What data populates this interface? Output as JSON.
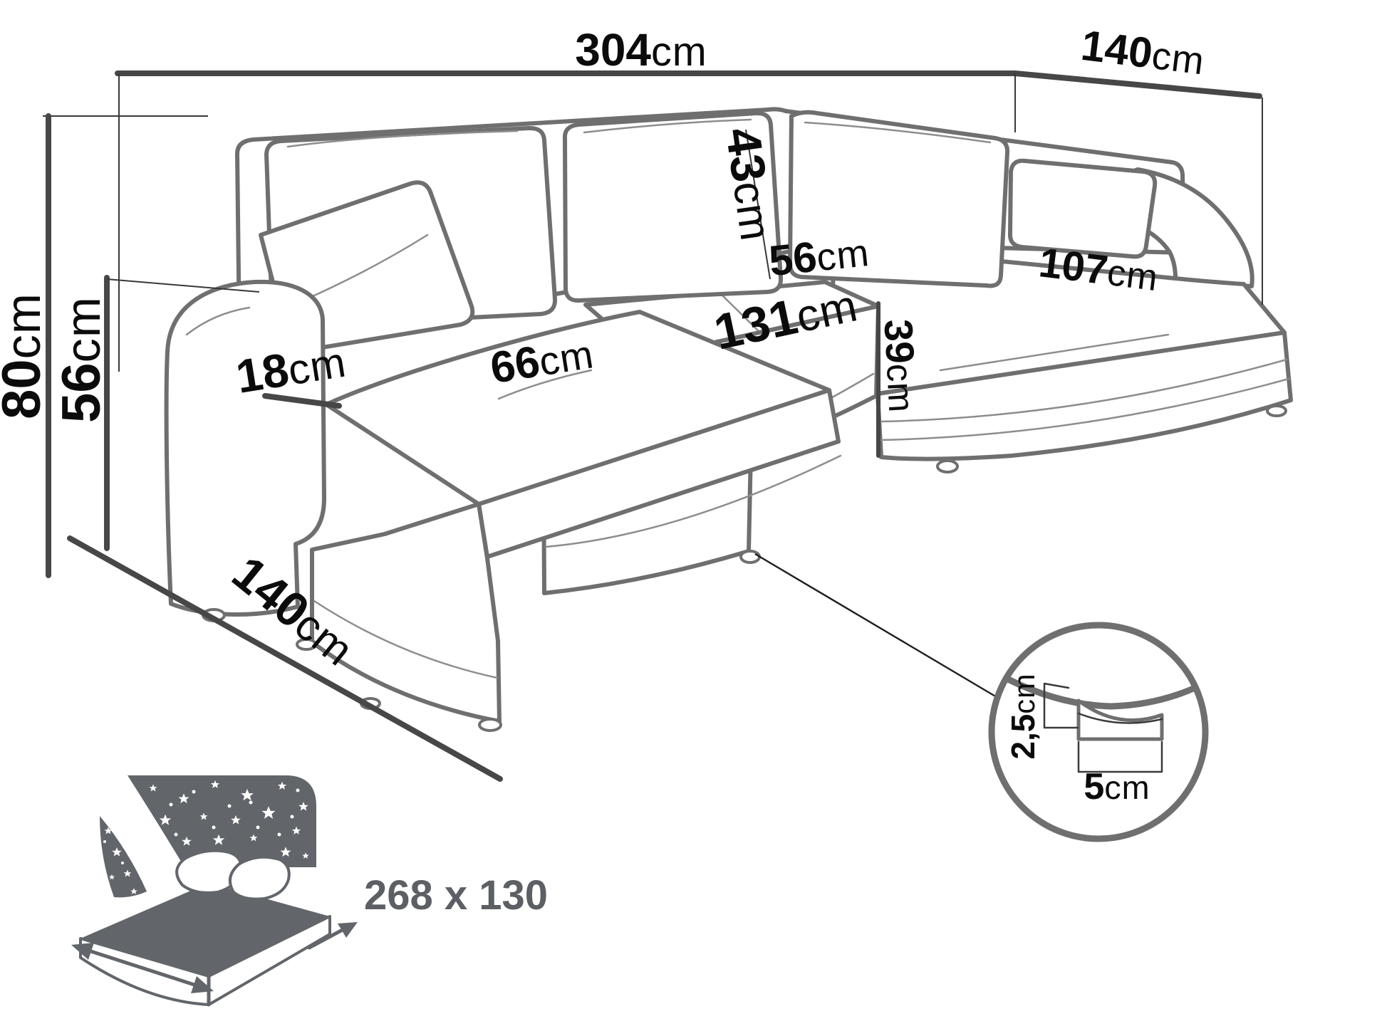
{
  "diagram": {
    "type": "furniture-dimension-diagram",
    "subject": "U-shaped corner sofa bed with sleeping function"
  },
  "dims": {
    "total_width": {
      "value": "304",
      "unit": "cm"
    },
    "right_depth": {
      "value": "140",
      "unit": "cm"
    },
    "height": {
      "value": "80",
      "unit": "cm"
    },
    "armrest_height": {
      "value": "56",
      "unit": "cm"
    },
    "armrest_width": {
      "value": "18",
      "unit": "cm"
    },
    "left_seat_width": {
      "value": "66",
      "unit": "cm"
    },
    "middle_seat_width": {
      "value": "131",
      "unit": "cm"
    },
    "back_cushion_height": {
      "value": "43",
      "unit": "cm"
    },
    "seat_depth": {
      "value": "56",
      "unit": "cm"
    },
    "base_height": {
      "value": "39",
      "unit": "cm"
    },
    "right_seat_length": {
      "value": "107",
      "unit": "cm"
    },
    "left_depth": {
      "value": "140",
      "unit": "cm"
    },
    "leg_height": {
      "value": "2,5",
      "unit": "cm"
    },
    "leg_width": {
      "value": "5",
      "unit": "cm"
    }
  },
  "sleeping_area": {
    "label": "268 x 130"
  },
  "colors": {
    "sofa_line": "#6f6f6f",
    "dimension_line": "#474747",
    "text": "#0b0b0b",
    "icon_gray": "#62666b",
    "bed_size_text": "#5c6064",
    "background": "#ffffff"
  },
  "icons": [
    "bed-sleeping-icon",
    "night-sky-stars-icon",
    "crescent-moon-icon",
    "double-arrow-icon",
    "leg-detail-magnifier-circle"
  ]
}
